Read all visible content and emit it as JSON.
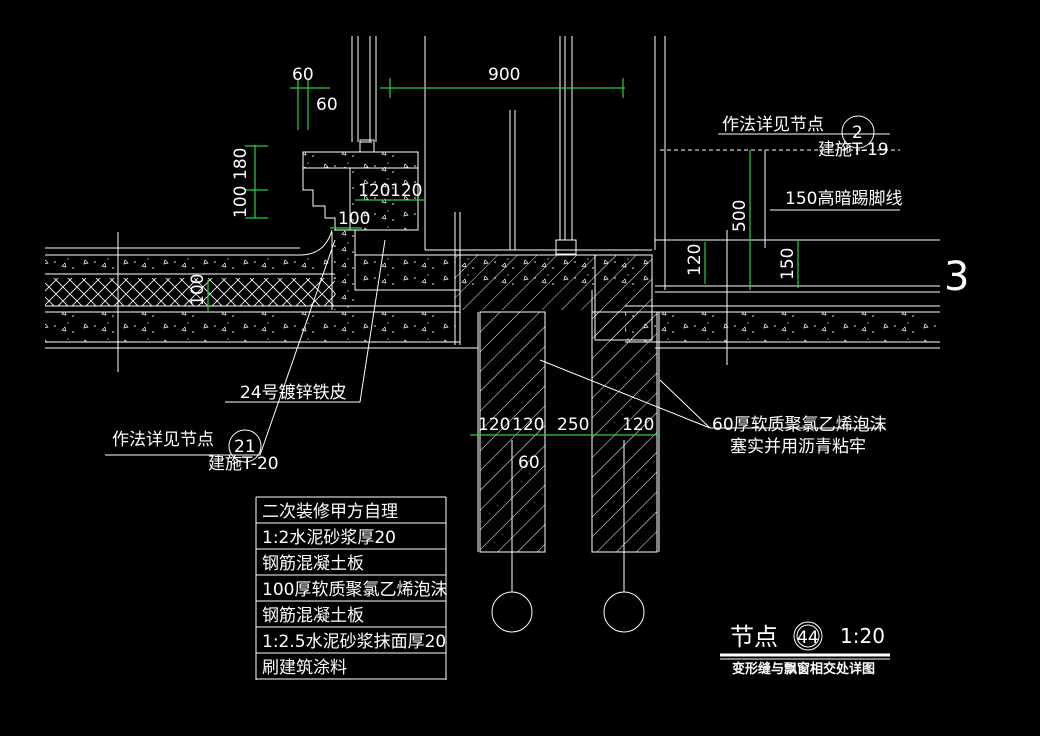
{
  "dimensions": {
    "d60a": "60",
    "d60b": "60",
    "d900": "900",
    "d180": "180",
    "d100a": "100",
    "d120a": "120",
    "d120b": "120",
    "d100b": "100",
    "d500": "500",
    "d120c": "120",
    "d150": "150",
    "d100c": "100",
    "d120d": "120",
    "d120e": "120",
    "d250": "250",
    "d120f": "120",
    "d60c": "60"
  },
  "callouts": {
    "top_note": "作法详见节点",
    "top_ref_num": "2",
    "top_ref_sheet": "建施T-19",
    "skirting": "150高暗踢脚线",
    "axis_label": "3",
    "sheet": "24号镀锌铁皮",
    "left_note": "作法详见节点",
    "left_ref_num": "21",
    "left_ref_sheet": "建施T-20",
    "foam_line1": "60厚软质聚氯乙烯泡沫",
    "foam_line2": "塞实并用沥青粘牢"
  },
  "layers": [
    "二次装修甲方自理",
    "1:2水泥砂浆厚20",
    "钢筋混凝土板",
    "100厚软质聚氯乙烯泡沫",
    "钢筋混凝土板",
    "1:2.5水泥砂浆抹面厚20",
    "刷建筑涂料"
  ],
  "title": {
    "label": "节点",
    "number": "44",
    "scale": "1:20",
    "subtitle": "变形缝与飘窗相交处详图"
  },
  "colors": {
    "background": "#000000",
    "lines": "#ffffff",
    "dimension": "#2ecc40"
  }
}
